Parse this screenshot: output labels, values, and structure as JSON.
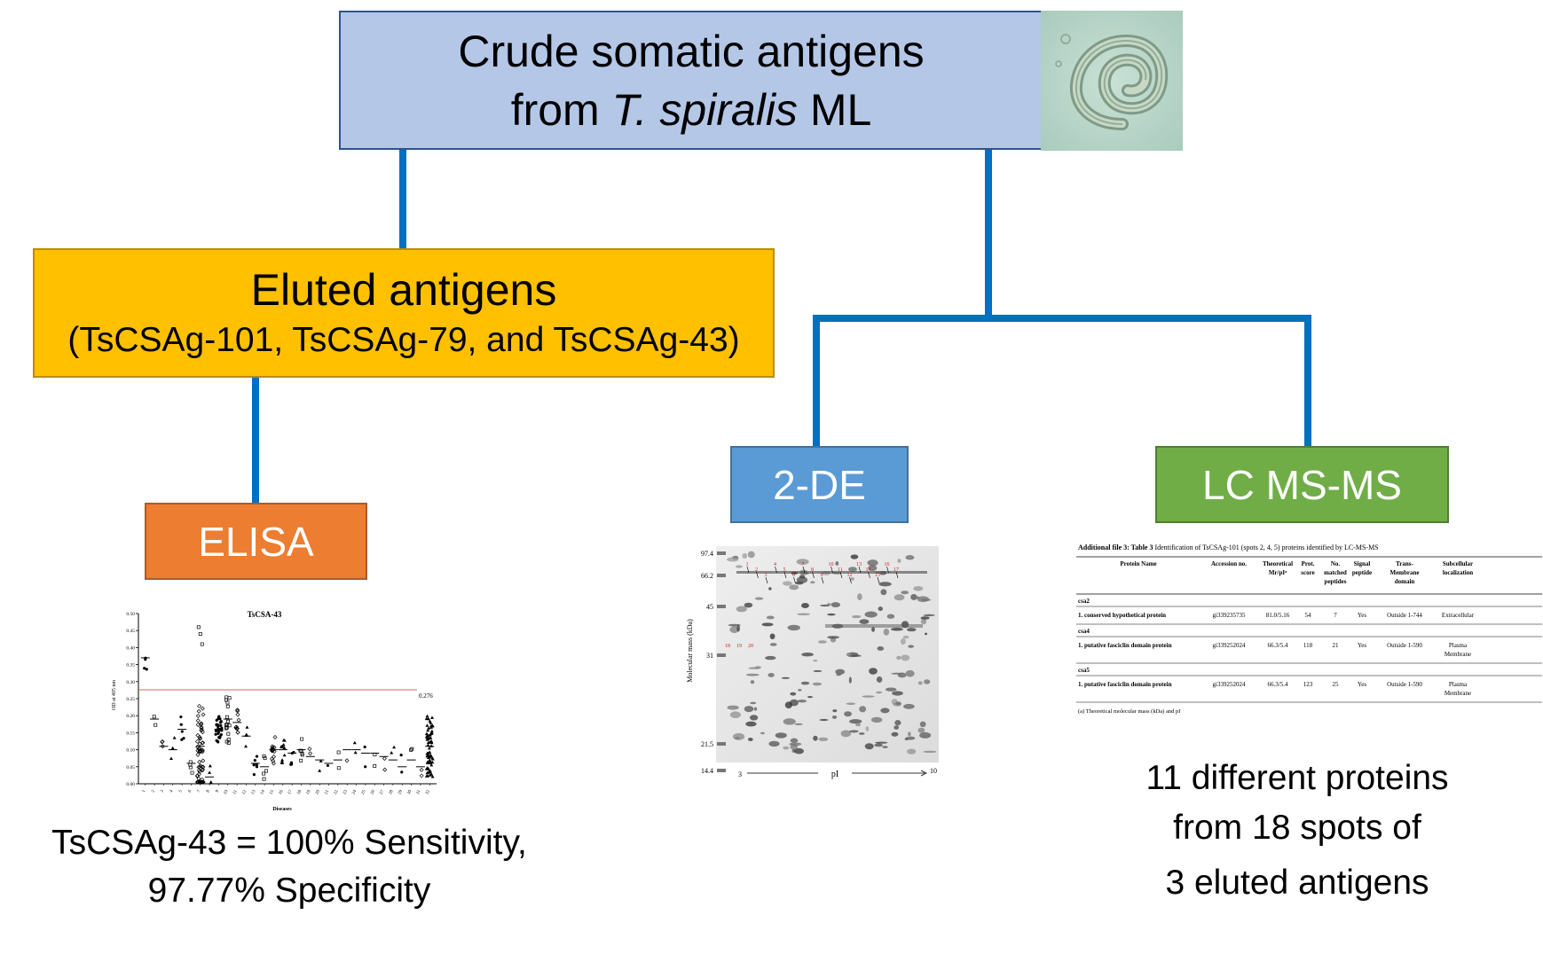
{
  "top": {
    "line1": "Crude somatic antigens",
    "line2_prefix": "from ",
    "line2_italic": "T. spiralis",
    "line2_suffix": " ML",
    "image_icon": "trichinella-larva-micrograph"
  },
  "eluted": {
    "title": "Eluted antigens",
    "subtitle": "(TsCSAg-101, TsCSAg-79, and TsCSAg-43)"
  },
  "elisa": {
    "label": "ELISA",
    "caption_line1": "TsCSAg-43 = 100% Sensitivity,",
    "caption_line2": "97.77% Specificity"
  },
  "twode": {
    "label": "2-DE"
  },
  "lcms": {
    "label": "LC MS-MS",
    "caption_line1": "11 different proteins",
    "caption_line2": "from 18 spots of",
    "caption_line3": "3 eluted antigens"
  },
  "chart_data": {
    "type": "scatter",
    "title": "TsCSA-43",
    "xlabel": "Diseases",
    "ylabel": "OD at 405 nm",
    "ylim": [
      0,
      0.5
    ],
    "yticks": [
      "0.00",
      "0.05",
      "0.10",
      "0.15",
      "0.20",
      "0.25",
      "0.30",
      "0.35",
      "0.40",
      "0.45",
      "0.50"
    ],
    "categories": [
      "1",
      "2",
      "3",
      "4",
      "5",
      "6",
      "7",
      "8",
      "9",
      "10",
      "11",
      "12",
      "13",
      "14",
      "15",
      "16",
      "17",
      "18",
      "19",
      "20",
      "21",
      "22",
      "23",
      "24",
      "25",
      "26",
      "27",
      "28",
      "29",
      "30",
      "31",
      "32"
    ],
    "cutoff": 0.276,
    "cutoff_label": "0.276",
    "cutoff_color": "#e06060",
    "group_means": [
      0.37,
      0.19,
      0.11,
      0.1,
      0.16,
      0.06,
      0.11,
      0.02,
      0.16,
      0.19,
      0.18,
      0.14,
      0.06,
      0.05,
      0.1,
      0.1,
      0.09,
      0.1,
      0.08,
      0.07,
      0.06,
      0.07,
      0.1,
      0.1,
      0.09,
      0.09,
      0.08,
      0.07,
      0.05,
      0.07,
      0.05,
      0.11
    ]
  },
  "gel": {
    "ylabel": "Molecular mass (kDa)",
    "markers": [
      "97.4",
      "66.2",
      "45",
      "31",
      "21.5",
      "14.4"
    ],
    "xlabel": "pI",
    "x_start": "3",
    "x_end": "10",
    "spot_labels_top": [
      "1",
      "2",
      "3",
      "4",
      "5",
      "6",
      "7",
      "8",
      "9",
      "10",
      "11",
      "12",
      "13",
      "14",
      "15",
      "16",
      "17"
    ],
    "spot_labels_bottom": [
      "18",
      "19",
      "20"
    ]
  },
  "table": {
    "title_bold": "Additional file 3: Table 3",
    "title_rest": " Identification of TsCSAg-101 (spots 2, 4, 5) proteins identified by LC-MS-MS",
    "headers": [
      "Protein Name",
      "Accession no.",
      "Theoretical Mr/pIᵃ",
      "Prot. score",
      "No. matched peptides",
      "Signal peptide",
      "Trans-Membrane domain",
      "Subcellular localization"
    ],
    "groups": [
      {
        "name": "csa2",
        "row": [
          "1. conserved hypothetical protein",
          "gi339235735",
          "81.0/5.16",
          "54",
          "7",
          "Yes",
          "Outside 1-744",
          "Extracellular"
        ]
      },
      {
        "name": "csa4",
        "row": [
          "1. putative fasciclin domain protein",
          "gi339252024",
          "66.3/5.4",
          "118",
          "21",
          "Yes",
          "Outside 1-590",
          "Plasma Membrane"
        ]
      },
      {
        "name": "csa5",
        "row": [
          "1. putative fasciclin domain protein",
          "gi339252024",
          "66.3/5.4",
          "123",
          "25",
          "Yes",
          "Outside 1-590",
          "Plasma Membrane"
        ]
      }
    ],
    "footnote": "(a) Theoretical molecular mass (kDa) and pI"
  }
}
